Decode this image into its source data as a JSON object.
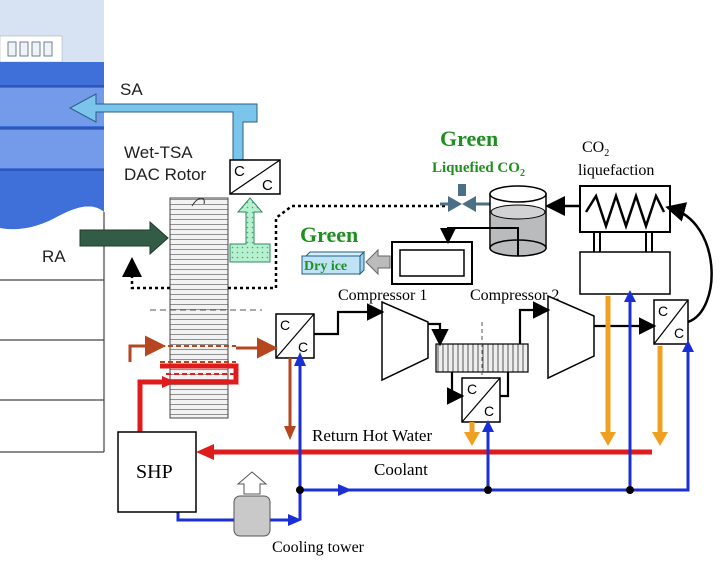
{
  "labels": {
    "sa": "SA",
    "ra": "RA",
    "rotor_line1": "Wet-TSA",
    "rotor_line2": "DAC Rotor",
    "green_top": "Green",
    "liquefied_main": "Liquefied CO",
    "liquefied_sub": "2",
    "green_mid": "Green",
    "dry_ice": "Dry ice",
    "co2_main": "CO",
    "co2_sub": "2",
    "liquefaction": "liquefaction",
    "compressor1": "Compressor 1",
    "compressor2": "Compressor 2",
    "return_hot_water": "Return Hot Water",
    "coolant": "Coolant",
    "shp": "SHP",
    "cooling_tower": "Cooling tower",
    "hx": "C"
  },
  "colors": {
    "building_blue": "#3f6fd9",
    "sky": "#d7e3f2",
    "sa_arrow": "#7bc4ec",
    "ra_arrow": "#335c46",
    "green_text": "#1f8f1f",
    "hot_water": "#e01b1b",
    "coolant": "#1b2fd6",
    "warm_flow": "#f0a020",
    "brown_flow": "#b5461f",
    "liquid": "#b9bbbd",
    "dry_ice_fill": "#bfe3f5",
    "light_green": "#b6f0cf"
  }
}
